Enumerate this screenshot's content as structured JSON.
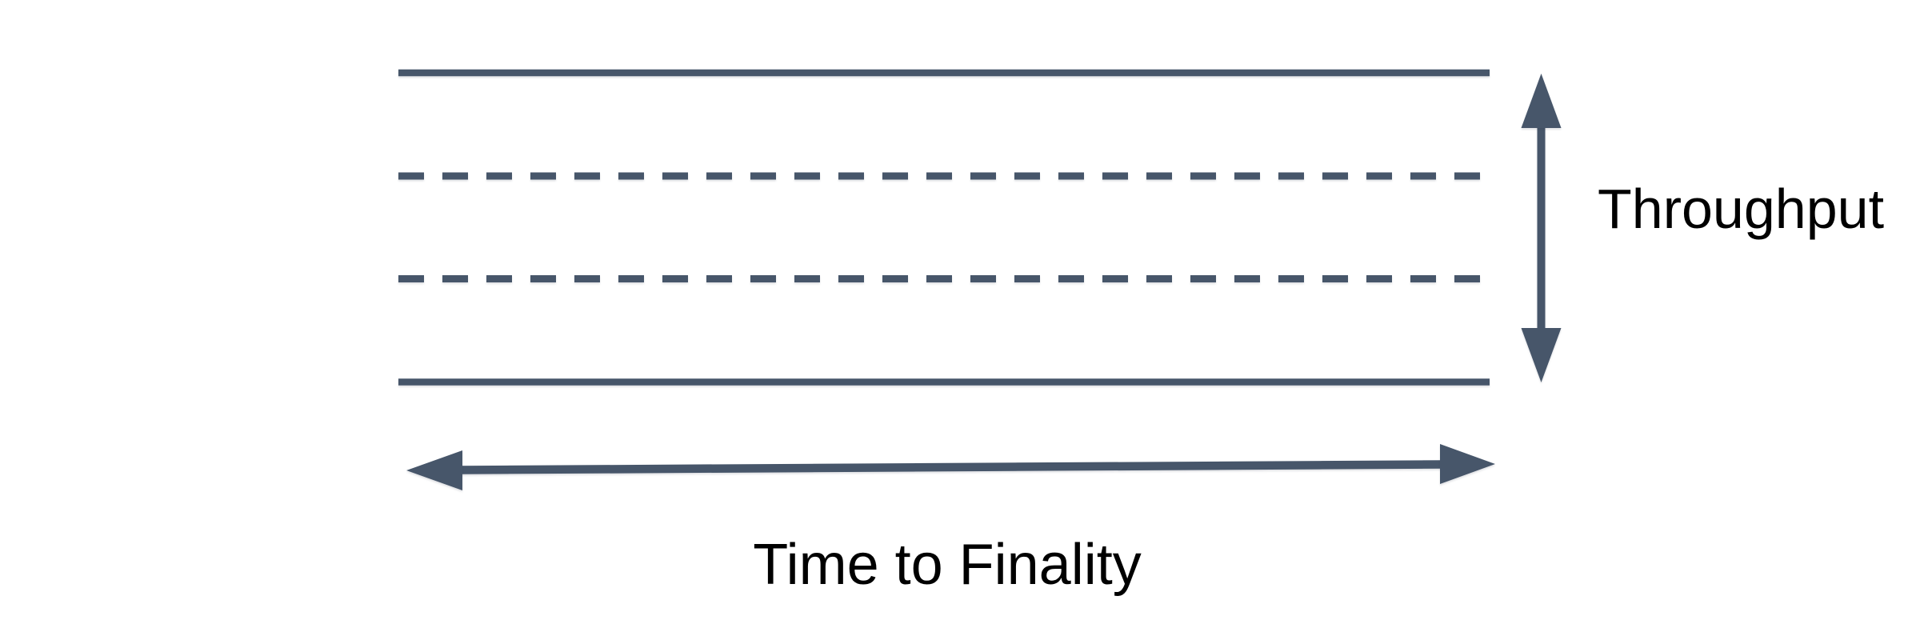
{
  "diagram": {
    "labels": {
      "throughput": "Throughput",
      "time_to_finality": "Time to Finality"
    },
    "colors": {
      "shape": "#47566A",
      "text": "#000000",
      "background": "#FFFFFF"
    },
    "band": {
      "lines": [
        "solid",
        "dashed",
        "dashed",
        "solid"
      ]
    },
    "arrows": [
      {
        "id": "throughput-range",
        "orientation": "vertical",
        "heads": 2
      },
      {
        "id": "time-to-finality-range",
        "orientation": "horizontal",
        "heads": 2
      }
    ]
  }
}
